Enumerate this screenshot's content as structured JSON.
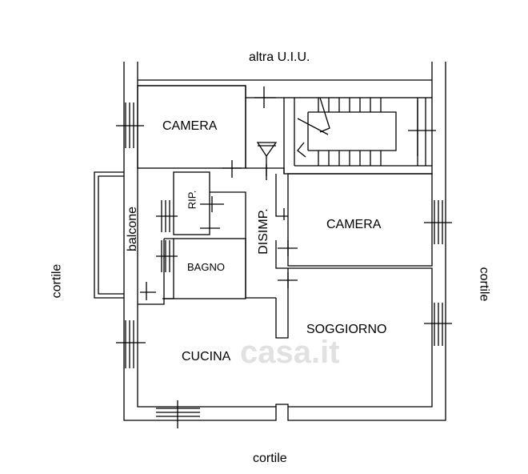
{
  "surroundings": {
    "top": "altra U.I.U.",
    "left": "cortile",
    "right": "cortile",
    "bottom": "cortile"
  },
  "rooms": {
    "camera_top": "CAMERA",
    "camera_right": "CAMERA",
    "soggiorno": "SOGGIORNO",
    "cucina": "CUCINA",
    "bagno": "BAGNO",
    "ripostiglio": "RIP.",
    "disimpegno": "DISIMP.",
    "balcone": "balcone"
  },
  "watermark": "casa.it"
}
